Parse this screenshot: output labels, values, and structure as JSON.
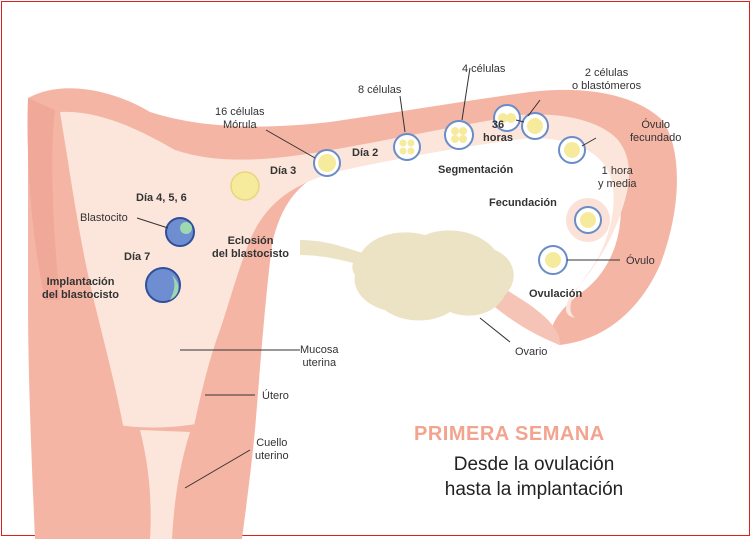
{
  "labels": {
    "cuatro_celulas": "4 células",
    "dos_celulas": "2 células\no blastómeros",
    "ocho_celulas": "8 células",
    "dieciseis_celulas": "16 células\nMórula",
    "treinta_seis_horas": "36\nhoras",
    "ovulo_fecundado": "Óvulo\nfecundado",
    "dia_2": "Día 2",
    "dia_3": "Día 3",
    "segmentacion": "Segmentación",
    "una_hora": "1 hora\ny media",
    "dia_456": "Día 4, 5, 6",
    "fecundacion": "Fecundación",
    "blastocito": "Blastocito",
    "eclosion": "Eclosión\ndel blastocisto",
    "dia_7": "Día 7",
    "ovulo": "Óvulo",
    "implantacion": "Implantación\ndel blastocisto",
    "ovulacion": "Ovulación",
    "ovario": "Ovario",
    "mucosa": "Mucosa\nuterina",
    "utero": "Útero",
    "cuello": "Cuello\nuterino"
  },
  "title": {
    "heading": "PRIMERA SEMANA",
    "subtitle": "Desde la ovulación\nhasta la implantación"
  },
  "colors": {
    "uterus_outer": "#f5b5a5",
    "uterus_inner": "#fce6dc",
    "mucosa": "#f6c4b6",
    "ovary": "#ece3c5",
    "cell": "#f6eb9c",
    "blastocyst": "#6f8ed1",
    "heading": "#f2a48f",
    "frame": "#e01e1e"
  }
}
